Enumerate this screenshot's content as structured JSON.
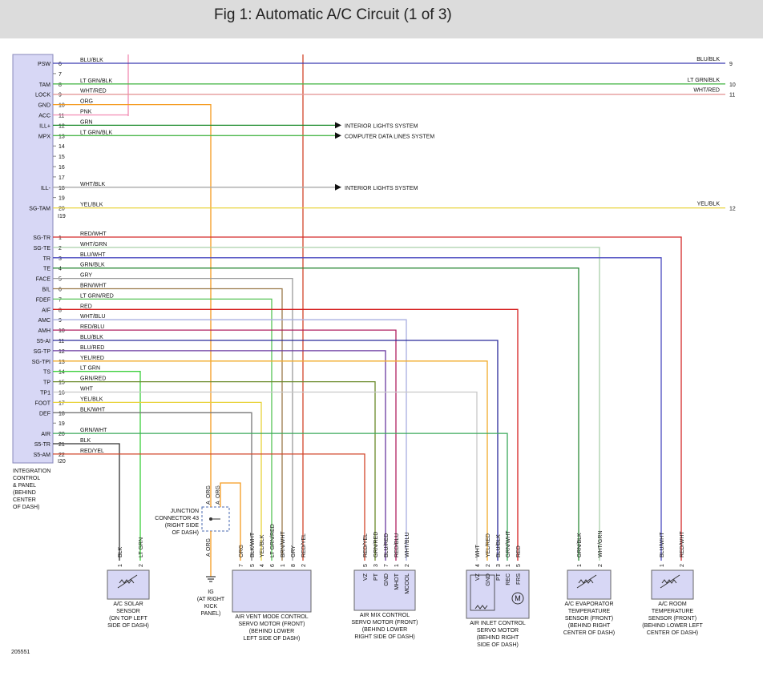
{
  "title": "Fig 1: Automatic A/C Circuit (1 of 3)",
  "figure_id": "205551",
  "module": {
    "lines": [
      "INTEGRATION",
      "CONTROL",
      "& PANEL",
      "(BEHIND",
      "CENTER",
      "OF DASH)"
    ],
    "conn1": "I19",
    "conn2": "I20"
  },
  "pins_a": [
    {
      "label": "PSW",
      "num": "6",
      "wire": "BLU/BLK",
      "color": "#3b3bb0"
    },
    {
      "label": "",
      "num": "7",
      "wire": "",
      "color": ""
    },
    {
      "label": "TAM",
      "num": "8",
      "wire": "LT GRN/BLK",
      "color": "#4cb84c"
    },
    {
      "label": "LOCK",
      "num": "9",
      "wire": "WHT/RED",
      "color": "#e59a9a"
    },
    {
      "label": "GND",
      "num": "10",
      "wire": "ORG",
      "color": "#f59a1e"
    },
    {
      "label": "ACC",
      "num": "11",
      "wire": "PNK",
      "color": "#f28bb2"
    },
    {
      "label": "ILL+",
      "num": "12",
      "wire": "GRN",
      "color": "#1a8a2a"
    },
    {
      "label": "MPX",
      "num": "13",
      "wire": "LT GRN/BLK",
      "color": "#4cb84c"
    },
    {
      "label": "",
      "num": "14",
      "wire": "",
      "color": ""
    },
    {
      "label": "",
      "num": "15",
      "wire": "",
      "color": ""
    },
    {
      "label": "",
      "num": "16",
      "wire": "",
      "color": ""
    },
    {
      "label": "",
      "num": "17",
      "wire": "",
      "color": ""
    },
    {
      "label": "ILL-",
      "num": "18",
      "wire": "WHT/BLK",
      "color": "#a8a8a8"
    },
    {
      "label": "",
      "num": "19",
      "wire": "",
      "color": ""
    },
    {
      "label": "SG-TAM",
      "num": "20",
      "wire": "YEL/BLK",
      "color": "#e8d33a"
    }
  ],
  "pins_b": [
    {
      "label": "SG-TR",
      "num": "1",
      "wire": "RED/WHT",
      "color": "#d42a2a"
    },
    {
      "label": "SG-TE",
      "num": "2",
      "wire": "WHT/GRN",
      "color": "#a9cfa9"
    },
    {
      "label": "TR",
      "num": "3",
      "wire": "BLU/WHT",
      "color": "#4a4ac0"
    },
    {
      "label": "TE",
      "num": "4",
      "wire": "GRN/BLK",
      "color": "#2e8b3a"
    },
    {
      "label": "FACE",
      "num": "5",
      "wire": "GRY",
      "color": "#9a9a9a"
    },
    {
      "label": "B/L",
      "num": "6",
      "wire": "BRN/WHT",
      "color": "#9b7a4b"
    },
    {
      "label": "FDEF",
      "num": "7",
      "wire": "LT GRN/RED",
      "color": "#55c255"
    },
    {
      "label": "AIF",
      "num": "8",
      "wire": "RED",
      "color": "#d62020"
    },
    {
      "label": "AMC",
      "num": "9",
      "wire": "WHT/BLU",
      "color": "#a8aee0"
    },
    {
      "label": "AMH",
      "num": "10",
      "wire": "RED/BLU",
      "color": "#b02060"
    },
    {
      "label": "S5-AI",
      "num": "11",
      "wire": "BLU/BLK",
      "color": "#2a2a9a"
    },
    {
      "label": "SG-TP",
      "num": "12",
      "wire": "BLU/RED",
      "color": "#6a3aa0"
    },
    {
      "label": "SG-TPI",
      "num": "13",
      "wire": "YEL/RED",
      "color": "#f2ab2a"
    },
    {
      "label": "TS",
      "num": "14",
      "wire": "LT GRN",
      "color": "#3ccf3c"
    },
    {
      "label": "TP",
      "num": "15",
      "wire": "GRN/RED",
      "color": "#6a8a2a"
    },
    {
      "label": "TP1",
      "num": "16",
      "wire": "WHT",
      "color": "#c8c8c8"
    },
    {
      "label": "FOOT",
      "num": "17",
      "wire": "YEL/BLK",
      "color": "#e8d33a"
    },
    {
      "label": "DEF",
      "num": "18",
      "wire": "BLK/WHT",
      "color": "#777777"
    },
    {
      "label": "",
      "num": "19",
      "wire": "",
      "color": ""
    },
    {
      "label": "AIR",
      "num": "20",
      "wire": "GRN/WHT",
      "color": "#3aa85a"
    },
    {
      "label": "S5-TR",
      "num": "21",
      "wire": "BLK",
      "color": "#333333"
    },
    {
      "label": "S5-AM",
      "num": "22",
      "wire": "RED/YEL",
      "color": "#d2452a"
    }
  ],
  "right_terminals": [
    {
      "wire": "BLU/BLK",
      "num": "9"
    },
    {
      "wire": "LT GRN/BLK",
      "num": "10"
    },
    {
      "wire": "WHT/RED",
      "num": "11"
    },
    {
      "wire": "YEL/BLK",
      "num": "12"
    }
  ],
  "arrow_labels": [
    "INTERIOR LIGHTS SYSTEM",
    "COMPUTER DATA LINES SYSTEM",
    "INTERIOR LIGHTS SYSTEM"
  ],
  "junction": {
    "lines": [
      "JUNCTION",
      "CONNECTOR 43",
      "(RIGHT SIDE",
      "OF DASH)"
    ],
    "top_a": "A",
    "top_b": "ORG",
    "top_a2": "A",
    "top_b2": "ORG",
    "bottom_a": "A",
    "bottom_b": "ORG"
  },
  "ground": {
    "lines": [
      "IG",
      "(AT RIGHT",
      "KICK",
      "PANEL)"
    ]
  },
  "solar": {
    "wires": [
      "BLK",
      "LT GRN"
    ],
    "pins": [
      "1",
      "2"
    ],
    "lines": [
      "A/C SOLAR",
      "SENSOR",
      "(ON TOP LEFT",
      "SIDE OF DASH)"
    ]
  },
  "vent": {
    "wires": [
      "ORG",
      "BLK/WHT",
      "YEL/BLK",
      "LT GRN/RED",
      "BRN/WHT",
      "GRY",
      "RED/YEL"
    ],
    "pins": [
      "7",
      "5",
      "4",
      "6",
      "1",
      "8",
      "2"
    ],
    "lines": [
      "AIR VENT MODE CONTROL",
      "SERVO MOTOR (FRONT)",
      "(BEHIND LOWER",
      "LEFT SIDE OF DASH)"
    ]
  },
  "mix": {
    "wires": [
      "RED/YEL",
      "GRN/RED",
      "BLU/RED",
      "RED/BLU",
      "WHT/BLU"
    ],
    "pins": [
      "5",
      "3",
      "7",
      "1",
      "2"
    ],
    "pin_labels": [
      "VZ",
      "PT",
      "GND",
      "MHOT",
      "MCOOL"
    ],
    "lines": [
      "AIR MIX CONTROL",
      "SERVO MOTOR (FRONT)",
      "(BEHIND LOWER",
      "RIGHT SIDE OF DASH)"
    ]
  },
  "inlet": {
    "wires": [
      "WHT",
      "YEL/RED",
      "BLU/BLK",
      "GRN/WHT",
      "RED"
    ],
    "pins": [
      "4",
      "2",
      "3",
      "1",
      "5"
    ],
    "pin_labels": [
      "VZ",
      "GND",
      "PT",
      "REC",
      "FRS"
    ],
    "motor": "M",
    "lines": [
      "AIR INLET CONTROL",
      "SERVO MOTOR",
      "(BEHIND RIGHT",
      "SIDE OF DASH)"
    ]
  },
  "evap": {
    "wires": [
      "GRN/BLK",
      "WHT/GRN"
    ],
    "pins": [
      "1",
      "2"
    ],
    "lines": [
      "A/C EVAPORATOR",
      "TEMPERATURE",
      "SENSOR (FRONT)",
      "(BEHIND RIGHT",
      "CENTER OF DASH)"
    ]
  },
  "room": {
    "wires": [
      "BLU/WHT",
      "RED/WHT"
    ],
    "pins": [
      "1",
      "2"
    ],
    "lines": [
      "A/C ROOM",
      "TEMPERATURE",
      "SENSOR (FRONT)",
      "(BEHIND LOWER LEFT",
      "CENTER OF DASH)"
    ]
  }
}
